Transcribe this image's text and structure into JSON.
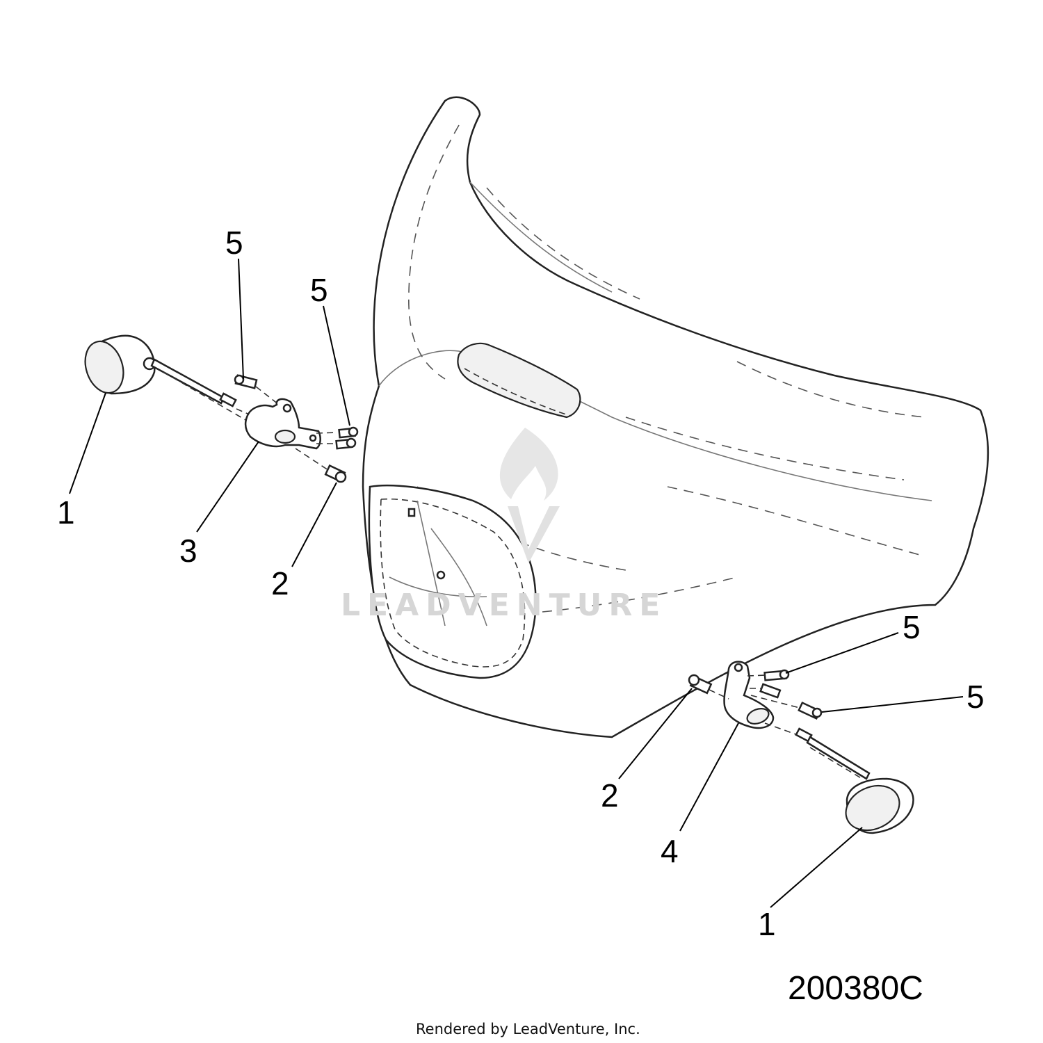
{
  "diagram": {
    "callouts": {
      "c1_left": "1",
      "c3": "3",
      "c2_left": "2",
      "c5_left_top": "5",
      "c5_left_mid": "5",
      "c5_right_top": "5",
      "c5_right_mid": "5",
      "c2_right": "2",
      "c4": "4",
      "c1_right": "1"
    },
    "drawing_number": "200380C",
    "credit": "Rendered by LeadVenture, Inc.",
    "watermark": "LEADVENTURE"
  }
}
